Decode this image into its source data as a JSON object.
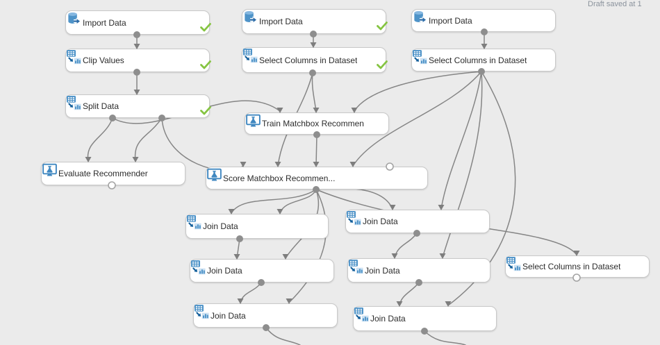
{
  "header": {
    "draft_status": "Draft saved at 1"
  },
  "colors": {
    "canvas_background": "#ebebeb",
    "module_blue": "#4e93c8",
    "ml_icon_blue": "#3f87c0",
    "status_check_green": "#85c441",
    "edge_gray": "#858585"
  },
  "modules": [
    {
      "id": "import-1",
      "label": "Import Data",
      "icon": "database-icon",
      "completed": true
    },
    {
      "id": "import-2",
      "label": "Import Data",
      "icon": "database-icon",
      "completed": true
    },
    {
      "id": "import-3",
      "label": "Import Data",
      "icon": "database-icon",
      "completed": false
    },
    {
      "id": "clip-values",
      "label": "Clip Values",
      "icon": "table-transform-icon",
      "completed": true
    },
    {
      "id": "select-columns-1",
      "label": "Select Columns in Dataset",
      "icon": "table-transform-icon",
      "completed": true
    },
    {
      "id": "select-columns-2",
      "label": "Select Columns in Dataset",
      "icon": "table-transform-icon",
      "completed": false
    },
    {
      "id": "split-data",
      "label": "Split Data",
      "icon": "table-transform-icon",
      "completed": true
    },
    {
      "id": "train-matchbox",
      "label": "Train Matchbox Recommen...",
      "icon": "ml-module-icon",
      "completed": false
    },
    {
      "id": "evaluate-recommender",
      "label": "Evaluate Recommender",
      "icon": "ml-module-icon",
      "completed": false
    },
    {
      "id": "score-matchbox",
      "label": "Score Matchbox Recommen...",
      "icon": "ml-module-icon",
      "completed": false
    },
    {
      "id": "join-1",
      "label": "Join Data",
      "icon": "table-transform-icon",
      "completed": false
    },
    {
      "id": "join-2",
      "label": "Join Data",
      "icon": "table-transform-icon",
      "completed": false
    },
    {
      "id": "join-3",
      "label": "Join Data",
      "icon": "table-transform-icon",
      "completed": false
    },
    {
      "id": "join-4",
      "label": "Join Data",
      "icon": "table-transform-icon",
      "completed": false
    },
    {
      "id": "select-columns-3",
      "label": "Select Columns in Dataset",
      "icon": "table-transform-icon",
      "completed": false
    },
    {
      "id": "join-5",
      "label": "Join Data",
      "icon": "table-transform-icon",
      "completed": false
    },
    {
      "id": "join-6",
      "label": "Join Data",
      "icon": "table-transform-icon",
      "completed": false
    }
  ]
}
